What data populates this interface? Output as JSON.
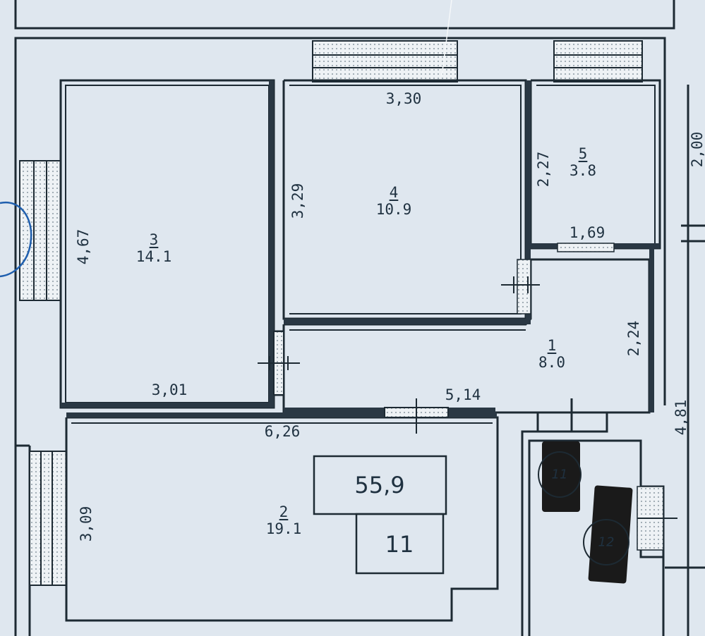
{
  "plan": {
    "total_area": "55,9",
    "unit_number": "11",
    "rooms": [
      {
        "number": "1",
        "area": "8.0"
      },
      {
        "number": "2",
        "area": "19.1"
      },
      {
        "number": "3",
        "area": "14.1"
      },
      {
        "number": "4",
        "area": "10.9"
      },
      {
        "number": "5",
        "area": "3.8"
      }
    ],
    "dimensions": {
      "room4_width": "3,30",
      "room4_height": "3,29",
      "room3_height": "4,67",
      "room3_width": "3,01",
      "room5_height": "2,27",
      "room5_width": "1,69",
      "room1_height": "2,24",
      "room1_width": "5,14",
      "room2_width": "6,26",
      "room2_height": "3,09",
      "right_upper": "2,00",
      "right_lower": "4,81"
    },
    "neighbor_marks": [
      "11",
      "12"
    ]
  }
}
